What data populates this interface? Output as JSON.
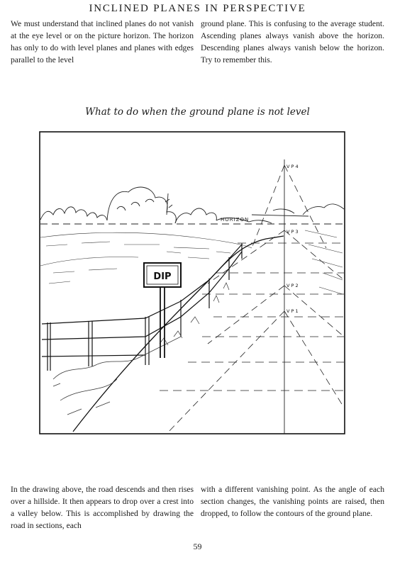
{
  "page": {
    "title": "INCLINED PLANES IN PERSPECTIVE",
    "intro_left": "We must understand that inclined planes do not vanish at the eye level or on the picture horizon. The horizon has only to do with level planes and planes with edges parallel to the level",
    "intro_right": "ground plane. This is confusing to the average student. Ascending planes always vanish above the horizon. Descending planes always vanish below the horizon. Try to remember this.",
    "caption": "What to do when the ground plane is not level",
    "outro_left": "In the drawing above, the road descends and then rises over a hillside. It then appears to drop over a crest into a valley below. This is accomplished by drawing the road in sections, each",
    "outro_right": "with a different vanishing point. As the angle of each section changes, the vanishing points are raised, then dropped, to follow the contours of the ground plane.",
    "page_number": "59"
  },
  "illustration": {
    "sign_text": "DIP",
    "horizon_label": "HORIZON",
    "vp_labels": [
      "V P 4",
      "V P 3",
      "V P 2",
      "V P 1"
    ]
  }
}
